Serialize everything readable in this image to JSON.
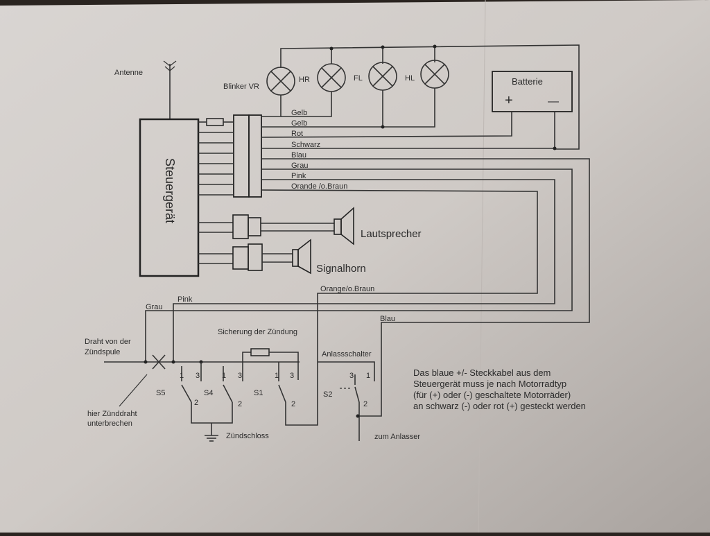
{
  "diagram": {
    "labels": {
      "antenna": "Antenne",
      "controller": "Steuergerät",
      "blinker_vr": "Blinker VR",
      "hr": "HR",
      "fl": "FL",
      "hl": "HL",
      "battery": "Batterie",
      "battery_plus": "+",
      "battery_minus": "—",
      "speaker": "Lautsprecher",
      "horn": "Signalhorn",
      "wire_from_coil_1": "Draht von der",
      "wire_from_coil_2": "Zündspule",
      "cut_here_1": "hier Zünddraht",
      "cut_here_2": "unterbrechen",
      "fuse_label": "Sicherung der Zündung",
      "starter_switch": "Anlassschalter",
      "ignition_lock": "Zündschloss",
      "to_starter": "zum Anlasser"
    },
    "wires": {
      "gelb1": "Gelb",
      "gelb2": "Gelb",
      "rot": "Rot",
      "schwarz": "Schwarz",
      "blau": "Blau",
      "grau": "Grau",
      "pink": "Pink",
      "orange": "Orande /o.Braun",
      "orange_lower": "Orange/o.Braun",
      "pink_lower": "Pink",
      "grau_lower": "Grau",
      "blau_lower": "Blau"
    },
    "switches": {
      "s5": "S5",
      "s4": "S4",
      "s1": "S1",
      "s2": "S2",
      "pin1": "1",
      "pin2": "2",
      "pin3": "3"
    },
    "note": [
      "Das blaue +/- Steckkabel aus dem",
      "Steuergerät muss je nach Motorradtyp",
      "(für (+) oder (-) geschaltete Motorräder)",
      "an schwarz (-) oder rot (+) gesteckt werden"
    ]
  }
}
